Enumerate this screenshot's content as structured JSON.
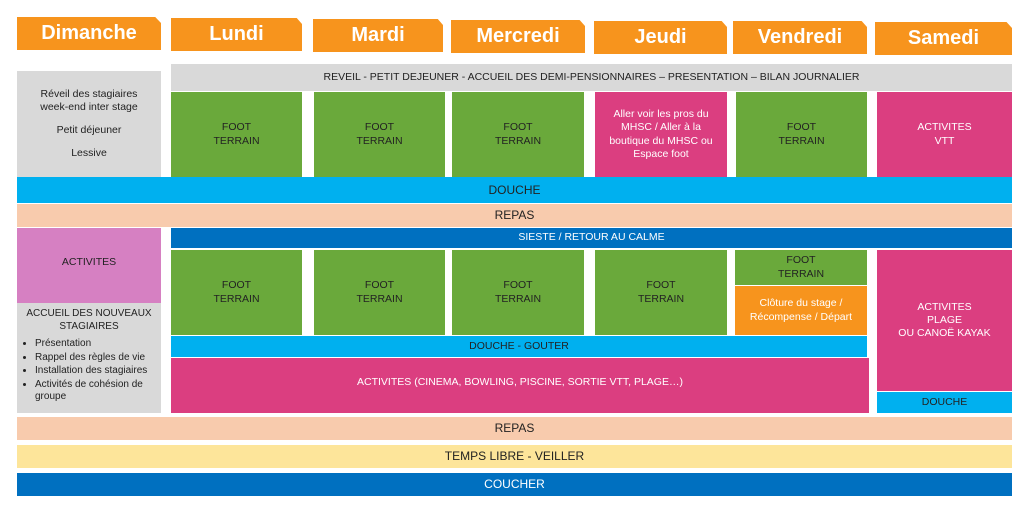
{
  "days": [
    "Dimanche",
    "Lundi",
    "Mardi",
    "Mercredi",
    "Jeudi",
    "Vendredi",
    "Samedi"
  ],
  "morning": {
    "sunday": {
      "line1": "Réveil des stagiaires",
      "line2": "week-end inter stage",
      "line3": "Petit déjeuner",
      "line4": "Lessive"
    },
    "banner": "REVEIL - PETIT DEJEUNER - ACCUEIL DES DEMI-PENSIONNAIRES – PRESENTATION – BILAN JOURNALIER",
    "foot1": "FOOT",
    "foot2": "TERRAIN",
    "jeudi": "Aller voir les pros du MHSC / Aller à la boutique du MHSC ou Espace foot",
    "samedi1": "ACTIVITES",
    "samedi2": "VTT"
  },
  "douche": "DOUCHE",
  "repas": "REPAS",
  "afternoon": {
    "sunday_activites": "ACTIVITES",
    "accueil_title": "ACCUEIL DES NOUVEAUX STAGIAIRES",
    "accueil_items": [
      "Présentation",
      "Rappel des règles de vie",
      "Installation des stagiaires",
      "Activités de cohésion de groupe"
    ],
    "sieste": "SIESTE / RETOUR AU CALME",
    "cloture": "Clôture du stage / Récompense / Départ",
    "douche_gouter": "DOUCHE - GOUTER",
    "activites": "ACTIVITES (CINEMA, BOWLING, PISCINE, SORTIE VTT, PLAGE…)",
    "samedi1": "ACTIVITES",
    "samedi2": "PLAGE",
    "samedi3": "OU CANOË KAYAK",
    "samedi_douche": "DOUCHE"
  },
  "temps_libre": "TEMPS LIBRE - VEILLER",
  "coucher": "COUCHER",
  "colors": {
    "header": "#f7941d",
    "foot": "#6aa93b",
    "activity": "#db3e80",
    "douche": "#00b0ef",
    "repas": "#f8cbad",
    "sieste": "#0070c0"
  }
}
